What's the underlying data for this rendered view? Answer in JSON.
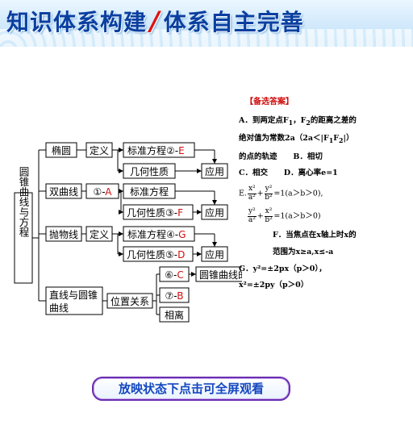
{
  "header": {
    "title_left": "知识体系构建",
    "separator": "/",
    "title_right": "体系自主完善"
  },
  "diagram": {
    "root": "圆锥曲线与方程",
    "ellipse": {
      "label": "椭圆",
      "def": "定义",
      "std": "标准方程②-",
      "std_ans": "E",
      "geo": "几何性质",
      "app": "应用"
    },
    "hyperbola": {
      "label": "双曲线",
      "def": "①-",
      "def_ans": "A",
      "std": "标准方程",
      "geo": "几何性质③-",
      "geo_ans": "F",
      "app": "应用"
    },
    "parabola": {
      "label": "抛物线",
      "def": "定义",
      "std": "标准方程④-",
      "std_ans": "G",
      "geo": "几何性质⑤-",
      "geo_ans": "D",
      "app": "应用"
    },
    "line_conic": {
      "label_1": "直线与圆锥",
      "label_2": "曲线",
      "pos": "位置关系",
      "c6": "⑥-",
      "c6_ans": "C",
      "chord": "圆锥曲线的弦",
      "c7": "⑦-",
      "c7_ans": "B",
      "tangent": "相离"
    }
  },
  "answers": {
    "title": "【备选答案】",
    "a_1": "A．到两定点F",
    "a_sub1": "1",
    "a_2": "，F",
    "a_sub2": "2",
    "a_3": "的距离之差的",
    "a_line2": "绝对值为常数2a（2a＜|F",
    "a_line2_sub1": "1",
    "a_line2_mid": "F",
    "a_line2_sub2": "2",
    "a_line2_end": "|）",
    "a_line3": "的点的轨迹",
    "b": "B．相切",
    "c": "C．相交",
    "d": "D．离心率e=1",
    "e_prefix": "E.",
    "e_frac1_num": "x²",
    "e_frac1_den": "a²",
    "e_plus": "+",
    "e_frac2_num": "y²",
    "e_frac2_den": "b²",
    "e_rest": "=1(a＞b＞0),",
    "e2_frac1_num": "y²",
    "e2_frac1_den": "a²",
    "e2_plus": "+",
    "e2_frac2_num": "x²",
    "e2_frac2_den": "b²",
    "e2_rest": "=1(a＞b＞0)",
    "f_line1": "F．当焦点在x轴上时x的",
    "f_line2": "范围为x≥a,x≤-a",
    "g_line1": "G．y²=±2px（p＞0），",
    "g_line2": "x²=±2py（p＞0）"
  },
  "footer": {
    "button": "放映状态下点击可全屏观看"
  }
}
